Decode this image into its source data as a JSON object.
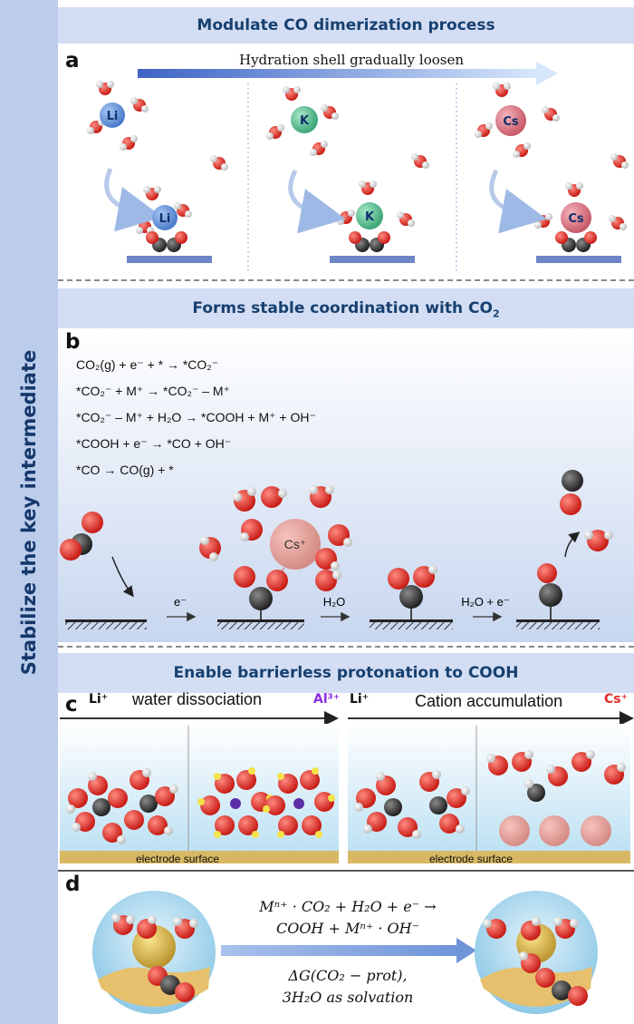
{
  "sidebar": {
    "title": "Stabilize the key intermediate"
  },
  "section_a": {
    "banner": "Modulate CO dimerization process",
    "label": "a",
    "arrow_text": "Hydration shell gradually loosen",
    "cations": [
      "Li",
      "K",
      "Cs"
    ]
  },
  "section_b": {
    "banner_prefix": "Forms stable coordination with CO",
    "banner_sub": "2",
    "label": "b",
    "equations": [
      "CO₂(g) + e⁻ + * → *CO₂⁻",
      "*CO₂⁻ + M⁺ → *CO₂⁻ – M⁺",
      "*CO₂⁻ – M⁺ + H₂O → *COOH + M⁺ + OH⁻",
      "*COOH + e⁻ → *CO + OH⁻",
      "*CO → CO(g) + *"
    ],
    "cation_label": "Cs⁺",
    "step_labels": [
      "e⁻",
      "H₂O",
      "H₂O + e⁻"
    ]
  },
  "section_c": {
    "banner": "Enable barrierless protonation to COOH",
    "label": "c",
    "left_start": "Li⁺",
    "left_title": "water dissociation",
    "left_end": "Al³⁺",
    "right_start": "Li⁺",
    "right_title": "Cation accumulation",
    "right_end": "Cs⁺",
    "surface_label": "electrode surface"
  },
  "section_d": {
    "label": "d",
    "reaction_line1": "Mⁿ⁺ · CO₂ + H₂O + e⁻ →",
    "reaction_line2": "COOH + Mⁿ⁺ · OH⁻",
    "note_line1": "ΔG(CO₂ − prot),",
    "note_line2": "3H₂O as solvation"
  },
  "colors": {
    "sidebar": "#bccdec",
    "banner": "#d3def4",
    "banner_text": "#17406f",
    "oxygen": "#d9241c",
    "hydrogen": "#f2f2f2",
    "carbon": "#3a3a3a",
    "li": "#5b8ed6",
    "k": "#4fb889",
    "cs": "#d9707f",
    "al": "#5b2ea6",
    "accent_red": "#e52b2b",
    "accent_purple": "#8a2be2"
  }
}
